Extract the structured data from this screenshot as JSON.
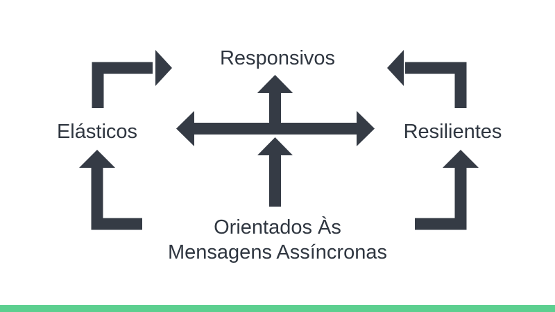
{
  "diagram": {
    "nodes": {
      "top": "Responsivos",
      "left": "Elásticos",
      "right": "Resilientes",
      "bottom_line1": "Orientados Às",
      "bottom_line2": "Mensagens Assíncronas"
    },
    "colors": {
      "arrow": "#353b45",
      "text": "#2f3640",
      "background": "#ffffff",
      "accent_bar": "#5ccf8f"
    }
  }
}
